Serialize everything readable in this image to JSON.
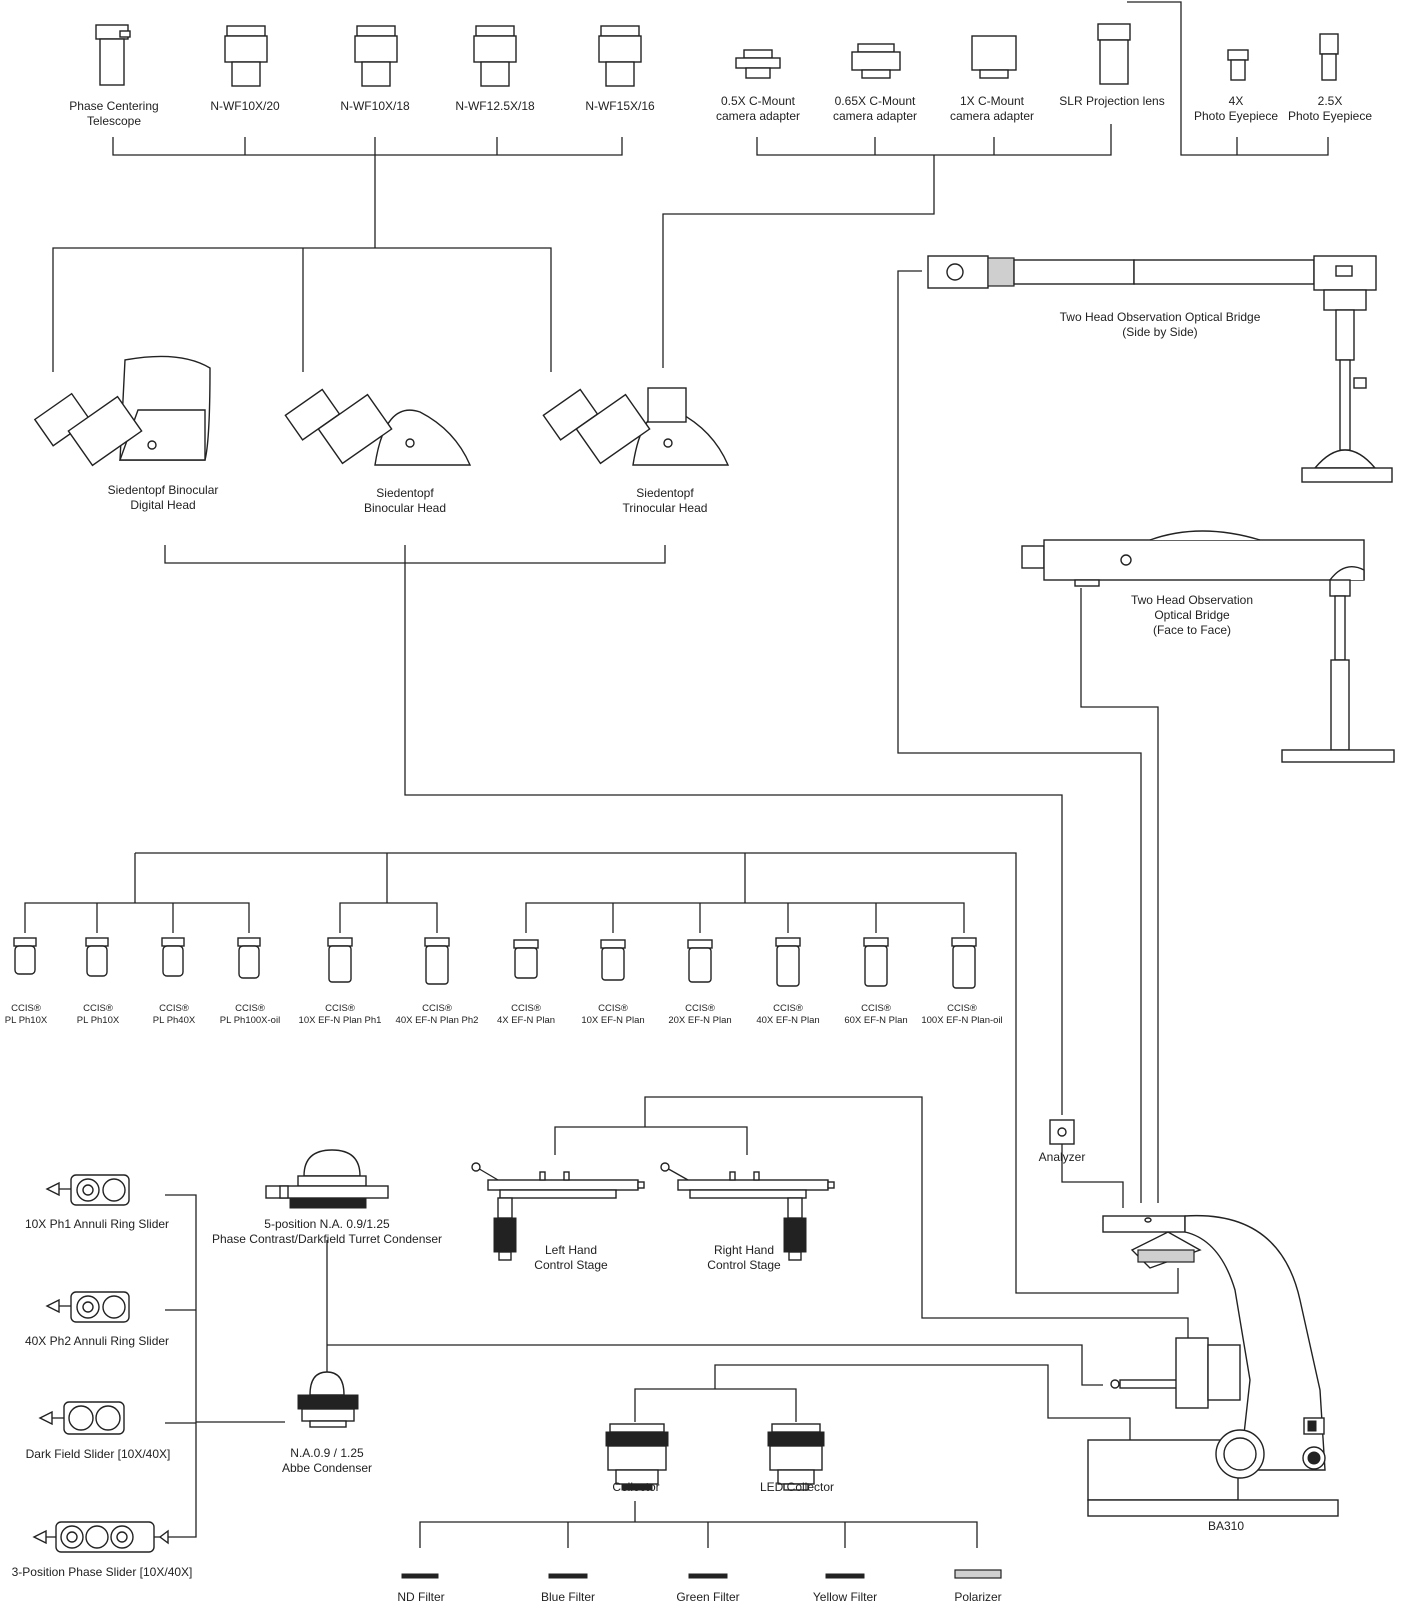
{
  "eyepieces": [
    {
      "label": "Phase Centering\nTelescope"
    },
    {
      "label": "N-WF10X/20"
    },
    {
      "label": "N-WF10X/18"
    },
    {
      "label": "N-WF12.5X/18"
    },
    {
      "label": "N-WF15X/16"
    }
  ],
  "camera_adapters": [
    {
      "label": "0.5X C-Mount\ncamera adapter"
    },
    {
      "label": "0.65X C-Mount\ncamera adapter"
    },
    {
      "label": "1X C-Mount\ncamera adapter"
    },
    {
      "label": "SLR Projection lens"
    }
  ],
  "photo_eyepieces": [
    {
      "label": "4X\nPhoto Eyepiece"
    },
    {
      "label": "2.5X\nPhoto Eyepiece"
    }
  ],
  "heads": [
    {
      "label": "Siedentopf Binocular\nDigital Head"
    },
    {
      "label": "Siedentopf\nBinocular Head"
    },
    {
      "label": "Siedentopf\nTrinocular Head"
    }
  ],
  "bridges": [
    {
      "label": "Two Head Observation Optical Bridge\n(Side by Side)"
    },
    {
      "label": "Two Head Observation\nOptical Bridge\n(Face to Face)"
    }
  ],
  "objectives": [
    {
      "label": "CCIS®\nPL Ph10X"
    },
    {
      "label": "CCIS®\nPL Ph10X"
    },
    {
      "label": "CCIS®\nPL Ph40X"
    },
    {
      "label": "CCIS®\nPL Ph100X-oil"
    },
    {
      "label": "CCIS®\n10X EF-N Plan Ph1"
    },
    {
      "label": "CCIS®\n40X EF-N Plan Ph2"
    },
    {
      "label": "CCIS®\n4X EF-N Plan"
    },
    {
      "label": "CCIS®\n10X EF-N Plan"
    },
    {
      "label": "CCIS®\n20X EF-N Plan"
    },
    {
      "label": "CCIS®\n40X EF-N Plan"
    },
    {
      "label": "CCIS®\n60X EF-N Plan"
    },
    {
      "label": "CCIS®\n100X EF-N Plan-oil"
    }
  ],
  "sliders": [
    {
      "label": "10X Ph1 Annuli Ring Slider"
    },
    {
      "label": "40X Ph2 Annuli Ring Slider"
    },
    {
      "label": "Dark Field Slider [10X/40X]"
    },
    {
      "label": "3-Position Phase Slider [10X/40X]"
    }
  ],
  "condensers": [
    {
      "label": "5-position N.A. 0.9/1.25\nPhase Contrast/Darkfield Turret Condenser"
    },
    {
      "label": "N.A.0.9 / 1.25\nAbbe Condenser"
    }
  ],
  "stages": [
    {
      "label": "Left Hand\nControl Stage"
    },
    {
      "label": "Right Hand\nControl Stage"
    }
  ],
  "analyzer": {
    "label": "Analyzer"
  },
  "collectors": [
    {
      "label": "Collector"
    },
    {
      "label": "LED Collector"
    }
  ],
  "filters": [
    {
      "label": "ND Filter"
    },
    {
      "label": "Blue Filter"
    },
    {
      "label": "Green Filter"
    },
    {
      "label": "Yellow Filter"
    },
    {
      "label": "Polarizer"
    }
  ],
  "microscope": {
    "label": "BA310"
  }
}
